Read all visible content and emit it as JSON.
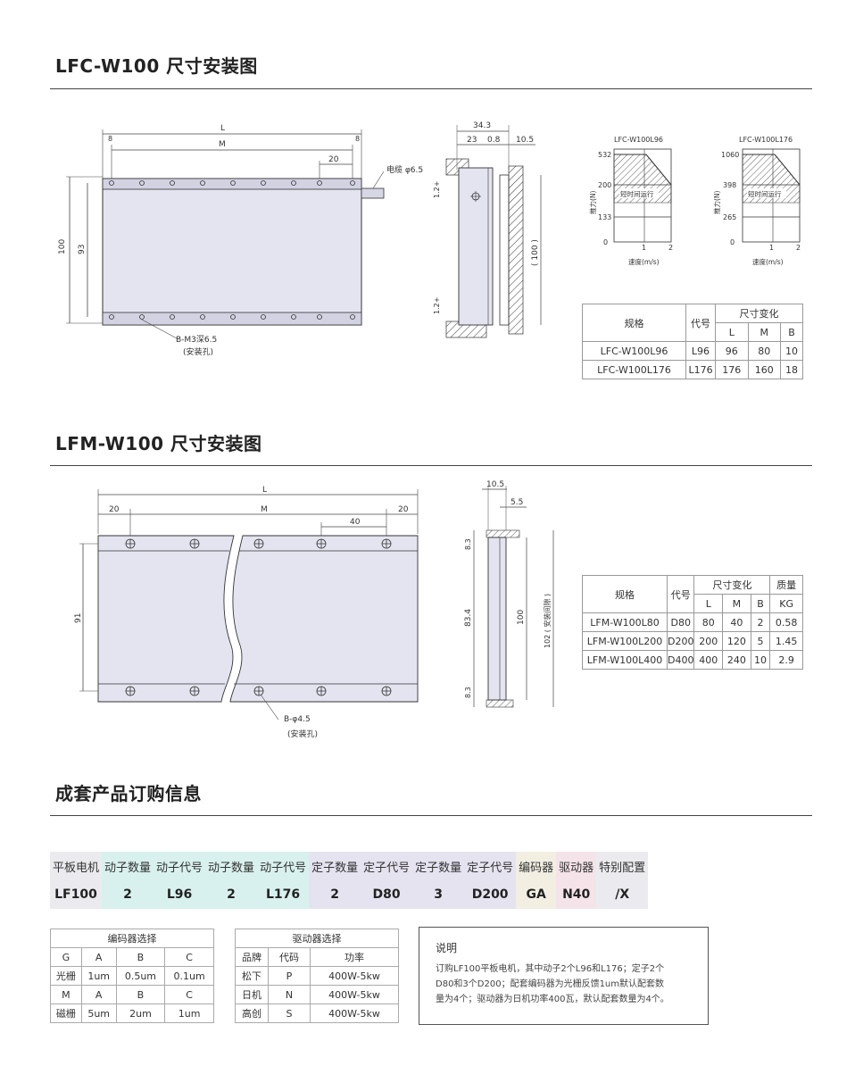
{
  "sections": {
    "lfc_title": "LFC-W100 尺寸安装图",
    "lfm_title": "LFM-W100 尺寸安装图",
    "order_title": "成套产品订购信息"
  },
  "lfc_drawing": {
    "dim_L": "L",
    "dim_M": "M",
    "dim_8a": "8",
    "dim_8b": "8",
    "dim_20": "20",
    "dim_100": "100",
    "dim_93": "93",
    "cable_label": "电缆 φ6.5",
    "hole_label": "B-M3深6.5",
    "hole_sub": "(安装孔)",
    "side_34_3": "34.3",
    "side_23": "23",
    "side_0_8": "0.8",
    "side_10_5": "10.5",
    "side_1_2a": "1.2+",
    "side_1_2b": "1.2+",
    "side_100": "( 100 )"
  },
  "charts": [
    {
      "title": "LFC-W100L96",
      "ylabel": "推力(N)",
      "xlabel": "速度(m/s)",
      "yticks": [
        "532",
        "200",
        "133",
        "0"
      ],
      "xticks": [
        "1",
        "2"
      ],
      "region_label": "短时间运行"
    },
    {
      "title": "LFC-W100L176",
      "ylabel": "推力(N)",
      "xlabel": "速度(m/s)",
      "yticks": [
        "1060",
        "398",
        "265",
        "0"
      ],
      "xticks": [
        "1",
        "2"
      ],
      "region_label": "短时间运行"
    }
  ],
  "lfc_table": {
    "h_spec": "规格",
    "h_code": "代号",
    "h_dim": "尺寸变化",
    "h_L": "L",
    "h_M": "M",
    "h_B": "B",
    "rows": [
      [
        "LFC-W100L96",
        "L96",
        "96",
        "80",
        "10"
      ],
      [
        "LFC-W100L176",
        "L176",
        "176",
        "160",
        "18"
      ]
    ]
  },
  "lfm_drawing": {
    "dim_L": "L",
    "dim_M": "M",
    "dim_20a": "20",
    "dim_20b": "20",
    "dim_40": "40",
    "dim_91": "91",
    "hole_label": "B-φ4.5",
    "hole_sub": "(安装孔)",
    "side_10_5": "10.5",
    "side_5_5": "5.5",
    "side_8_3a": "8.3",
    "side_83_4": "83.4",
    "side_8_3b": "8.3",
    "side_100": "100",
    "side_102": "102 ( 安装间隙 )"
  },
  "lfm_table": {
    "h_spec": "规格",
    "h_code": "代号",
    "h_dim": "尺寸变化",
    "h_mass": "质量",
    "h_L": "L",
    "h_M": "M",
    "h_B": "B",
    "h_KG": "KG",
    "rows": [
      [
        "LFM-W100L80",
        "D80",
        "80",
        "40",
        "2",
        "0.58"
      ],
      [
        "LFM-W100L200",
        "D200",
        "200",
        "120",
        "5",
        "1.45"
      ],
      [
        "LFM-W100L400",
        "D400",
        "400",
        "240",
        "10",
        "2.9"
      ]
    ]
  },
  "order": {
    "headers": [
      "平板电机",
      "动子数量",
      "动子代号",
      "动子数量",
      "动子代号",
      "定子数量",
      "定子代号",
      "定子数量",
      "定子代号",
      "编码器",
      "驱动器",
      "特别配置"
    ],
    "values": [
      "LF100",
      "2",
      "L96",
      "2",
      "L176",
      "2",
      "D80",
      "3",
      "D200",
      "GA",
      "N40",
      "/X"
    ],
    "colors": [
      "#ebebef",
      "#d8f1ee",
      "#d8f1ee",
      "#d8f1ee",
      "#d8f1ee",
      "#e6e3f0",
      "#e6e3f0",
      "#e6e3f0",
      "#e6e3f0",
      "#f2efe2",
      "#f5e3ea",
      "#ebebef"
    ]
  },
  "encoder": {
    "title": "编码器选择",
    "rows": [
      [
        "G",
        "A",
        "B",
        "C"
      ],
      [
        "光栅",
        "1um",
        "0.5um",
        "0.1um"
      ],
      [
        "M",
        "A",
        "B",
        "C"
      ],
      [
        "磁栅",
        "5um",
        "2um",
        "1um"
      ]
    ]
  },
  "driver": {
    "title": "驱动器选择",
    "rows": [
      [
        "品牌",
        "代码",
        "功率"
      ],
      [
        "松下",
        "P",
        "400W-5kw"
      ],
      [
        "日机",
        "N",
        "400W-5kw"
      ],
      [
        "高创",
        "S",
        "400W-5kw"
      ]
    ]
  },
  "note": {
    "title": "说明",
    "lines": [
      "订购LF100平板电机，其中动子2个L96和L176；定子2个",
      "D80和3个D200；配套编码器为光栅反馈1um默认配套数",
      "量为4个；驱动器为日机功率400瓦，默认配套数量为4个。"
    ]
  }
}
